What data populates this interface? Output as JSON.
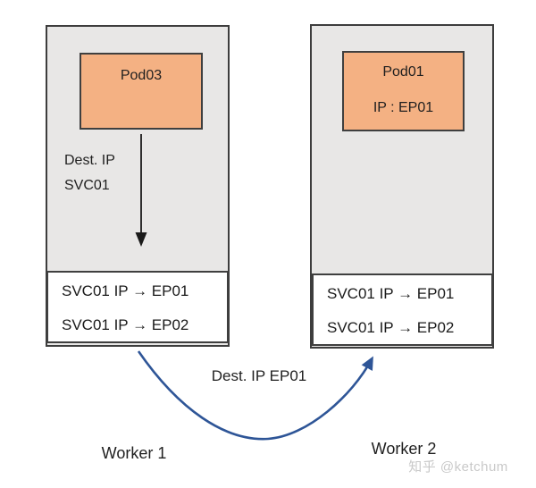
{
  "workers": [
    {
      "label": "Worker 1",
      "pod": {
        "name": "Pod03"
      },
      "packet_note": {
        "line1": "Dest. IP",
        "line2": "SVC01"
      },
      "nat_table": {
        "rows": [
          "SVC01 IP → EP01",
          "SVC01 IP → EP02"
        ]
      }
    },
    {
      "label": "Worker 2",
      "pod": {
        "name": "Pod01",
        "ip": "IP : EP01"
      },
      "nat_table": {
        "rows": [
          "SVC01 IP → EP01",
          "SVC01 IP → EP02"
        ]
      }
    }
  ],
  "cross_node_arrow": {
    "label": "Dest. IP EP01"
  },
  "watermark": "知乎 @ketchum",
  "colors": {
    "node_fill": "#e8e7e6",
    "node_border": "#3d3d3d",
    "pod_fill": "#f4b183",
    "pod_border": "#3f3f3f",
    "table_fill": "#ffffff",
    "table_border": "#3f3f3f",
    "local_arrow": "#1a1a1a",
    "cross_node_arrow": "#2e5597",
    "watermark": "#c9c9c9"
  }
}
